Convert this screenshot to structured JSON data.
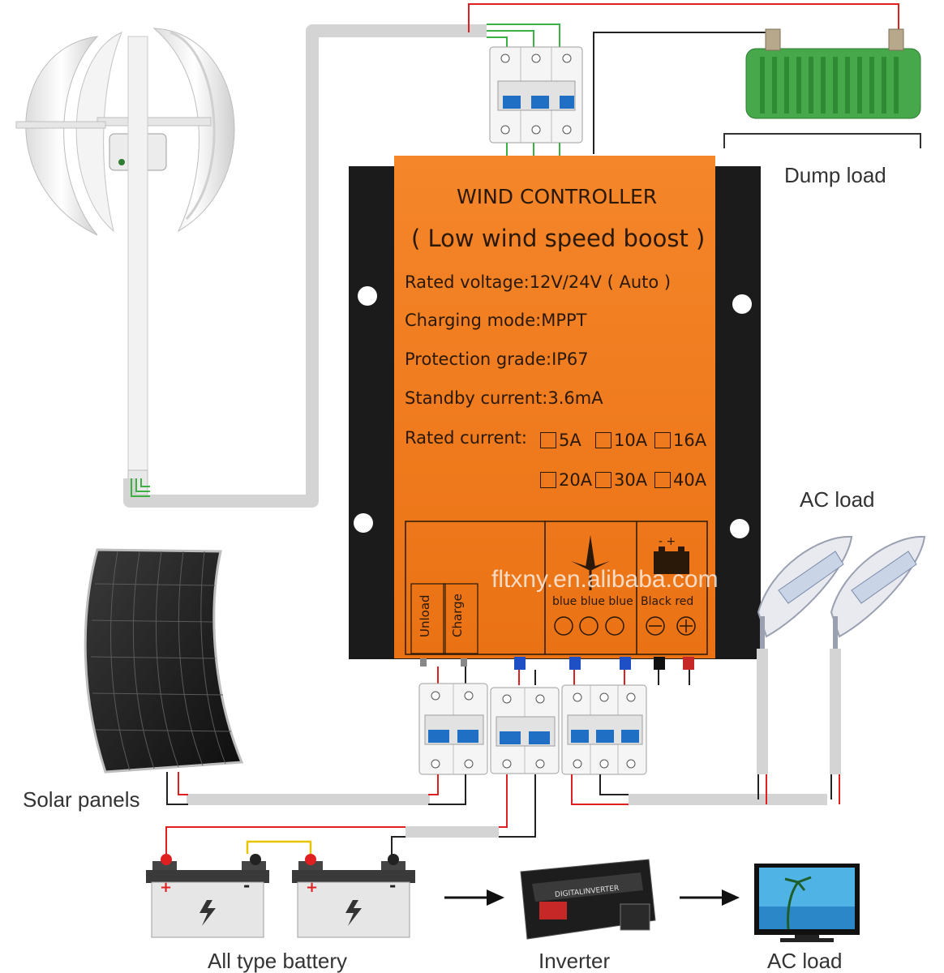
{
  "labels": {
    "dump_load": "Dump load",
    "ac_load_top": "AC load",
    "solar_panels": "Solar panels",
    "battery": "All type battery",
    "inverter": "Inverter",
    "ac_load_bottom": "AC load"
  },
  "controller": {
    "title": "WIND CONTROLLER",
    "subtitle": "( Low wind speed boost )",
    "specs": [
      "Rated voltage:12V/24V ( Auto )",
      "Charging mode:MPPT",
      "Protection grade:IP67",
      "Standby current:3.6mA"
    ],
    "rated_current_label": "Rated current:",
    "current_options_row1": [
      "5A",
      "10A",
      "16A"
    ],
    "current_options_row2": [
      "20A",
      "30A",
      "40A"
    ],
    "terminal_left_labels": [
      "Unload",
      "Charge"
    ],
    "terminal_wind_labels": "blue blue blue",
    "terminal_battery_labels": "Black  red",
    "battery_polarity": "-  +"
  },
  "inverter_panel_text": "DIGITALINVERTER",
  "battery_polarity": {
    "plus": "+",
    "minus": "-"
  },
  "watermark": "fltxny.en.alibaba.com",
  "colors": {
    "controller": "#f07d1e",
    "controller_body": "#1b1b1b",
    "wire_red": "#e02020",
    "wire_black": "#222222",
    "wire_green": "#3cb043",
    "wire_yellow": "#e8c400",
    "cable_sheath": "#d4d4d4",
    "resistor": "#4caf50",
    "breaker_blue": "#1f6fc4"
  }
}
